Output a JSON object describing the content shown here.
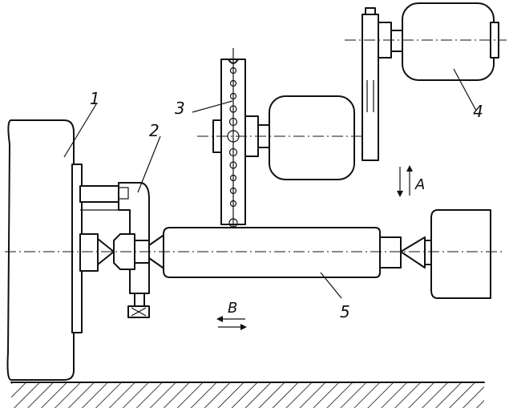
{
  "labels": {
    "headstock": "1",
    "tool_holder": "2",
    "gear_wheel": "3",
    "drive_motor": "4",
    "workpiece": "5",
    "direction_a": "A",
    "direction_b": "B"
  },
  "colors": {
    "line": "#111111",
    "background": "#ffffff"
  }
}
